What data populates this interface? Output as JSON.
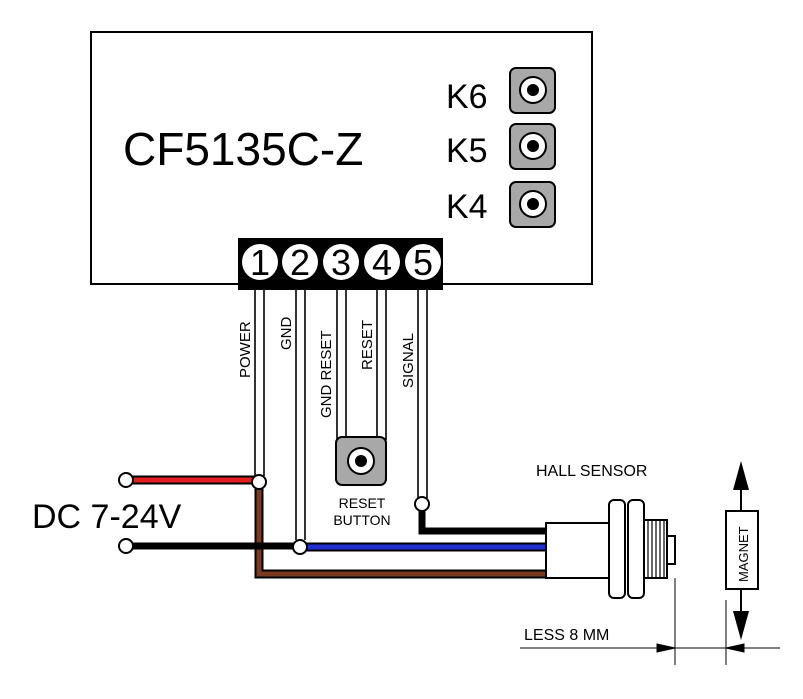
{
  "module": {
    "name": "CF5135C-Z",
    "keys": [
      "K6",
      "K5",
      "K4"
    ]
  },
  "terminals": {
    "numbers": [
      "1",
      "2",
      "3",
      "4",
      "5"
    ],
    "labels": [
      "POWER",
      "GND",
      "GND RESET",
      "RESET",
      "SIGNAL"
    ]
  },
  "power": {
    "label": "DC 7-24V"
  },
  "reset_button": {
    "line1": "RESET",
    "line2": "BUTTON"
  },
  "sensor": {
    "label": "HALL SENSOR"
  },
  "magnet": {
    "label": "MAGNET"
  },
  "distance": {
    "label": "LESS 8 MM"
  },
  "colors": {
    "red_wire": "#e41e1e",
    "black_wire": "#000000",
    "blue_wire": "#1f2fd0",
    "brown_wire": "#7a3a22",
    "button_gray": "#a8a8a8"
  }
}
